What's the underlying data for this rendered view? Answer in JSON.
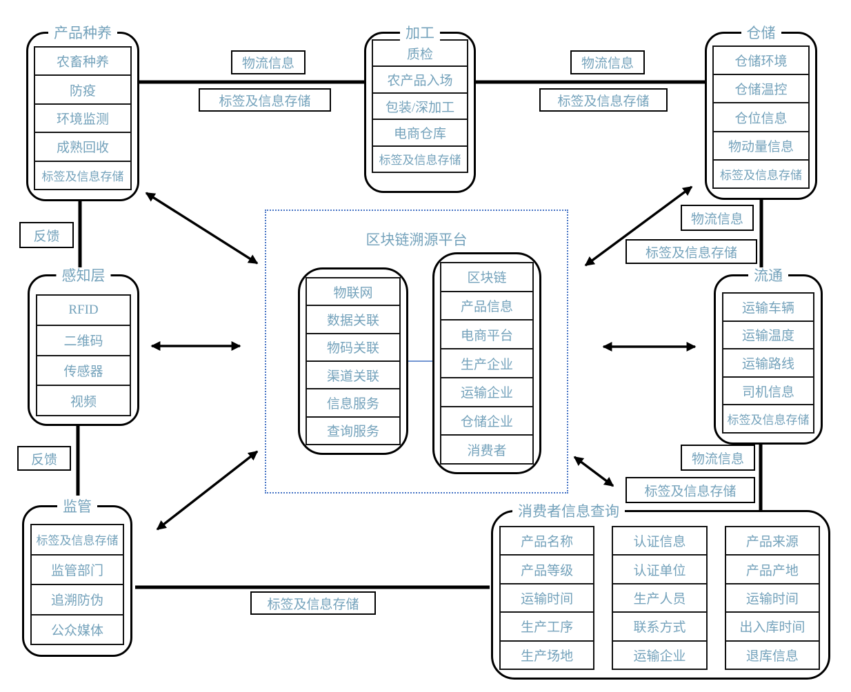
{
  "colors": {
    "text_blue": "#74a2bb",
    "dotted_border": "#4472c4"
  },
  "labels": {
    "logistics_info": "物流信息",
    "label_info_storage": "标签及信息存储",
    "feedback": "反馈"
  },
  "boxes": {
    "product_breeding": {
      "title": "产品种养",
      "items": [
        "农畜种养",
        "防疫",
        "环境监测",
        "成熟回收",
        "标签及信息存储"
      ]
    },
    "processing": {
      "title": "加工",
      "items": [
        "质检",
        "农产品入场",
        "包装/深加工",
        "电商仓库",
        "标签及信息存储"
      ]
    },
    "warehousing": {
      "title": "仓储",
      "items": [
        "仓储环境",
        "仓储温控",
        "仓位信息",
        "物动量信息",
        "标签及信息存储"
      ]
    },
    "perception_layer": {
      "title": "感知层",
      "items": [
        "RFID",
        "二维码",
        "传感器",
        "视频"
      ]
    },
    "supervision": {
      "title": "监管",
      "items": [
        "标签及信息存储",
        "监管部门",
        "追溯防伪",
        "公众媒体"
      ]
    },
    "circulation": {
      "title": "流通",
      "items": [
        "运输车辆",
        "运输温度",
        "运输路线",
        "司机信息",
        "标签及信息存储"
      ]
    },
    "platform": {
      "title": "区块链溯源平台",
      "left_items": [
        "物联网",
        "数据关联",
        "物码关联",
        "渠道关联",
        "信息服务",
        "查询服务"
      ],
      "right_items": [
        "区块链",
        "产品信息",
        "电商平台",
        "生产企业",
        "运输企业",
        "仓储企业",
        "消费者"
      ]
    },
    "consumer_query": {
      "title": "消费者信息查询",
      "columns": [
        [
          "产品名称",
          "产品等级",
          "运输时间",
          "生产工序",
          "生产场地"
        ],
        [
          "认证信息",
          "认证单位",
          "生产人员",
          "联系方式",
          "运输企业"
        ],
        [
          "产品来源",
          "产品产地",
          "运输时间",
          "出入库时间",
          "退库信息"
        ]
      ]
    }
  }
}
